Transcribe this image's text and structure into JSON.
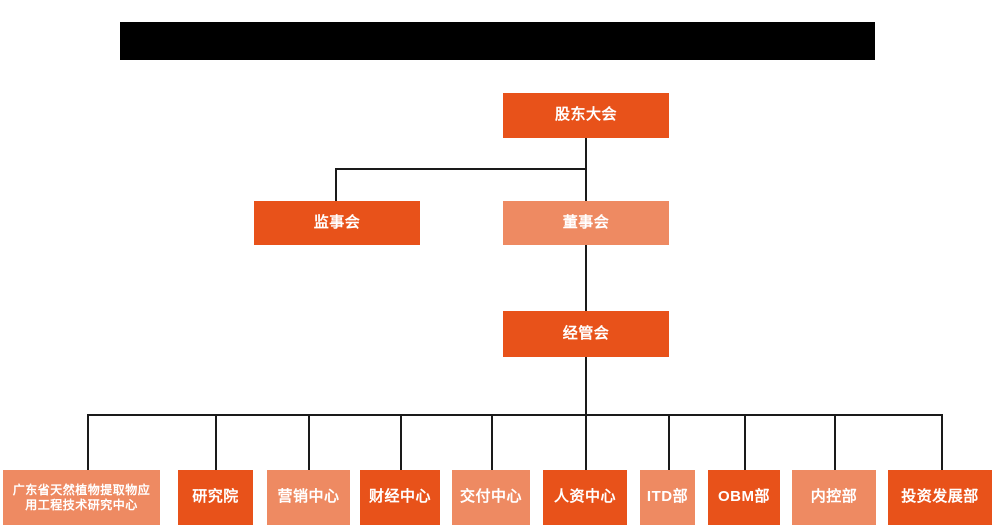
{
  "chart": {
    "type": "org-chart",
    "title_banner": {
      "name": "title-banner",
      "text": "",
      "color": "#000000"
    },
    "colors": {
      "background": "#ffffff",
      "accent_dark": "#E8521A",
      "accent_light": "#EE8A62",
      "connector": "#1a1a1a",
      "node_text": "#ffffff"
    },
    "levels": [
      {
        "level": 1,
        "nodes": [
          {
            "id": "shareholders",
            "label": "股东大会",
            "tone": "dark"
          }
        ]
      },
      {
        "level": 2,
        "nodes": [
          {
            "id": "supervisors",
            "label": "监事会",
            "tone": "dark"
          },
          {
            "id": "directors",
            "label": "董事会",
            "tone": "light"
          }
        ]
      },
      {
        "level": 3,
        "nodes": [
          {
            "id": "management",
            "label": "经管会",
            "tone": "dark"
          }
        ]
      },
      {
        "level": 4,
        "nodes": [
          {
            "id": "research-center",
            "label_line1": "广东省天然植物提取物应",
            "label_line2": "用工程技术研究中心",
            "tone": "light"
          },
          {
            "id": "institute",
            "label": "研究院",
            "tone": "dark"
          },
          {
            "id": "marketing",
            "label": "营销中心",
            "tone": "light"
          },
          {
            "id": "finance",
            "label": "财经中心",
            "tone": "dark"
          },
          {
            "id": "delivery",
            "label": "交付中心",
            "tone": "light"
          },
          {
            "id": "hr",
            "label": "人资中心",
            "tone": "dark"
          },
          {
            "id": "itd",
            "label": "ITD部",
            "tone": "light"
          },
          {
            "id": "obm",
            "label": "OBM部",
            "tone": "dark"
          },
          {
            "id": "internal-control",
            "label": "内控部",
            "tone": "light"
          },
          {
            "id": "investment",
            "label": "投资发展部",
            "tone": "dark"
          }
        ]
      }
    ],
    "edges": [
      {
        "from": "shareholders",
        "to": "supervisors"
      },
      {
        "from": "shareholders",
        "to": "directors"
      },
      {
        "from": "directors",
        "to": "management"
      },
      {
        "from": "management",
        "to": "research-center"
      },
      {
        "from": "management",
        "to": "institute"
      },
      {
        "from": "management",
        "to": "marketing"
      },
      {
        "from": "management",
        "to": "finance"
      },
      {
        "from": "management",
        "to": "delivery"
      },
      {
        "from": "management",
        "to": "hr"
      },
      {
        "from": "management",
        "to": "itd"
      },
      {
        "from": "management",
        "to": "obm"
      },
      {
        "from": "management",
        "to": "internal-control"
      },
      {
        "from": "management",
        "to": "investment"
      }
    ]
  }
}
